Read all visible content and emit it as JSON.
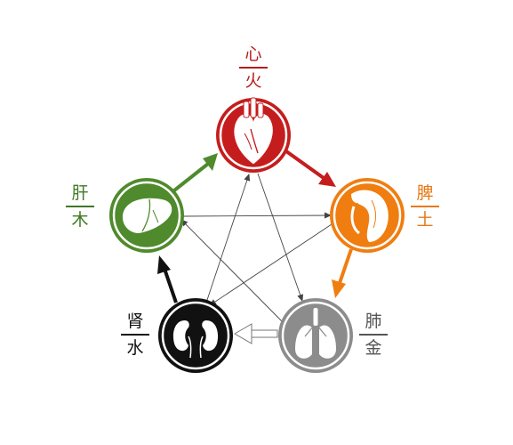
{
  "elements": {
    "heart": {
      "organ": "心",
      "element": "火",
      "color": "#c51d1d",
      "label_color": "#b81d1d",
      "icon": "heart-icon"
    },
    "spleen": {
      "organ": "脾",
      "element": "土",
      "color": "#f07d10",
      "label_color": "#e67a16",
      "icon": "spleen-icon"
    },
    "lung": {
      "organ": "肺",
      "element": "金",
      "color": "#8c8c8c",
      "label_color": "#555555",
      "icon": "lungs-icon"
    },
    "kidney": {
      "organ": "肾",
      "element": "水",
      "color": "#111111",
      "label_color": "#111111",
      "icon": "kidneys-icon"
    },
    "liver": {
      "organ": "肝",
      "element": "木",
      "color": "#4f8a2c",
      "label_color": "#3d7a24",
      "icon": "liver-icon"
    }
  },
  "generating_cycle": [
    "heart",
    "spleen",
    "lung",
    "kidney",
    "liver"
  ],
  "controlling_cycle": [
    "heart",
    "lung",
    "liver",
    "spleen",
    "kidney"
  ]
}
